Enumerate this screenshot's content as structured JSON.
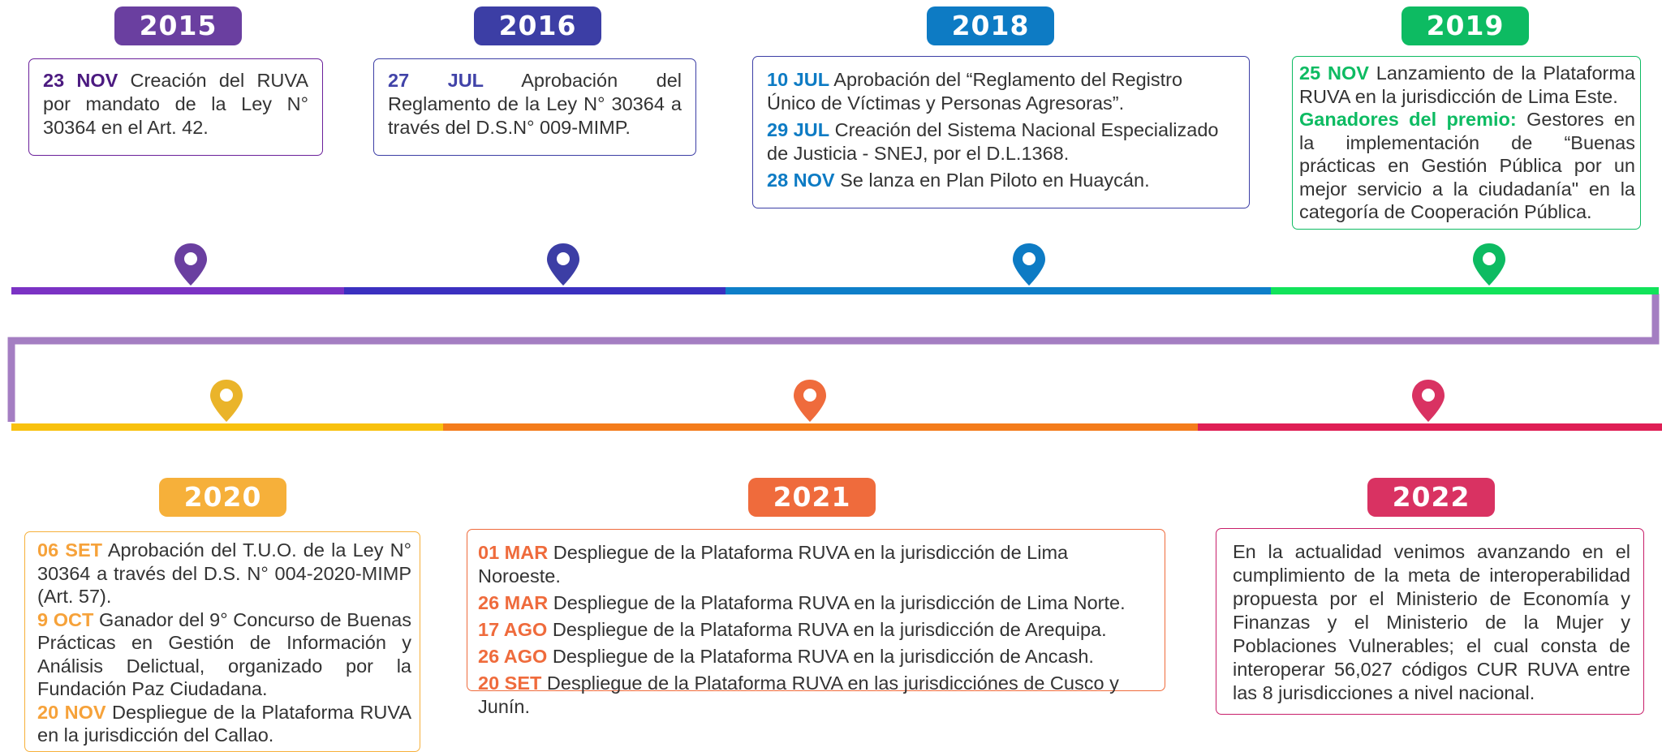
{
  "colors": {
    "y2015": "#6a3fa0",
    "y2016": "#3c3ea5",
    "y2018": "#0d7bc4",
    "y2019": "#0dbb62",
    "y2020": "#f6b03a",
    "y2021": "#ef6b3c",
    "y2022": "#d93262",
    "connector": "#a47ec2"
  },
  "top_row": [
    {
      "year": "2015",
      "entries": [
        {
          "date": "23 NOV",
          "text": " Creación del RUVA por mandato de la Ley N° 30364 en el Art. 42."
        }
      ]
    },
    {
      "year": "2016",
      "entries": [
        {
          "date": "27 JUL",
          "text": " Aprobación del Reglamento de la Ley N° 30364 a través del D.S.N° 009-MIMP."
        }
      ]
    },
    {
      "year": "2018",
      "entries": [
        {
          "date": "10 JUL",
          "text": " Aprobación del “Reglamento del Registro Único de Víctimas y Personas Agresoras”."
        },
        {
          "date": "29 JUL",
          "text": " Creación del Sistema Nacional Especializado de Justicia - SNEJ, por el D.L.1368."
        },
        {
          "date": "28 NOV",
          "text": " Se lanza en Plan Piloto en Huaycán."
        }
      ]
    },
    {
      "year": "2019",
      "entries": [
        {
          "date": "25 NOV",
          "text": " Lanzamiento de la Plataforma RUVA en la jurisdicción de Lima Este."
        },
        {
          "date": "Ganadores del premio:",
          "text": " Gestores en la implementación de “Buenas prácticas en Gestión Pública por un mejor servicio a la ciudadanía\" en la categoría de Cooperación Pública."
        }
      ]
    }
  ],
  "bottom_row": [
    {
      "year": "2020",
      "entries": [
        {
          "date": "06 SET",
          "text": " Aprobación del T.U.O. de la Ley N° 30364 a través del  D.S. N° 004-2020-MIMP (Art. 57)."
        },
        {
          "date": "9 OCT",
          "text": " Ganador del 9° Concurso de Buenas Prácticas en Gestión de Información y Análisis Delictual, organizado por la Fundación Paz Ciudadana."
        },
        {
          "date": "20 NOV",
          "text": " Despliegue de la Plataforma RUVA en la jurisdicción del Callao."
        }
      ]
    },
    {
      "year": "2021",
      "entries": [
        {
          "date": "01 MAR",
          "text": " Despliegue de la Plataforma RUVA en la jurisdicción de Lima Noroeste."
        },
        {
          "date": "26 MAR",
          "text": " Despliegue de la Plataforma RUVA en la jurisdicción de Lima Norte."
        },
        {
          "date": "17 AGO",
          "text": " Despliegue de la Plataforma RUVA en la jurisdicción de Arequipa."
        },
        {
          "date": "26 AGO",
          "text": " Despliegue de la Plataforma RUVA en la jurisdicción de Ancash."
        },
        {
          "date": "20 SET",
          "text": " Despliegue de la Plataforma RUVA en las jurisdicciónes de Cusco y Junín."
        }
      ]
    },
    {
      "year": "2022",
      "text": "En la actualidad venimos avanzando en el cumplimiento de la meta de interoperabilidad propuesta por el Ministerio de Economía y Finanzas y el Ministerio de la Mujer y Poblaciones Vulnerables; el cual consta de interoperar 56,027 códigos CUR RUVA entre las 8 jurisdicciones a nivel nacional."
    }
  ],
  "icons": {
    "marker": "map-pin-icon"
  }
}
